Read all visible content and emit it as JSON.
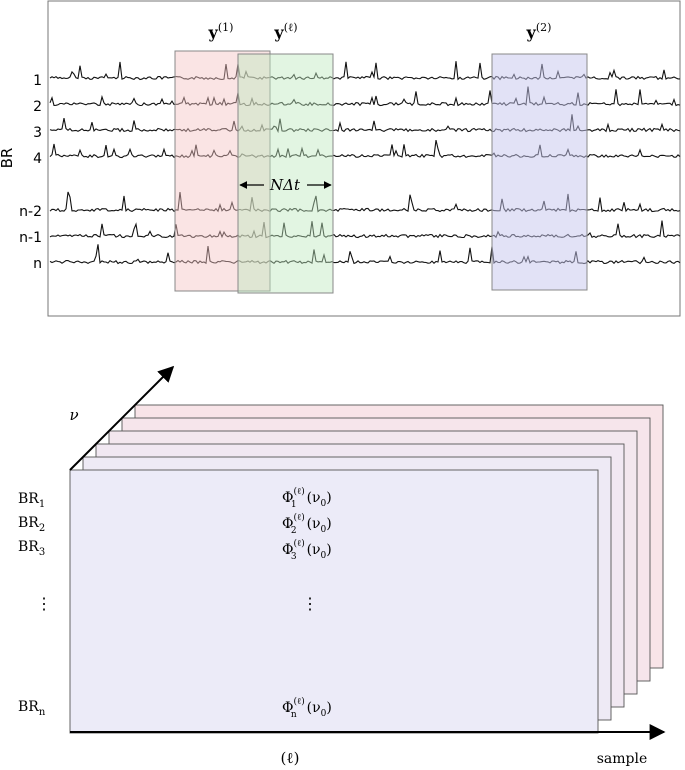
{
  "top_panel": {
    "axis_label": "BR",
    "channels": [
      "1",
      "2",
      "3",
      "4",
      "n-2",
      "n-1",
      "n"
    ],
    "windows": {
      "y1": {
        "symbol": "y",
        "superscript": "(1)",
        "color": "#f4c4c4"
      },
      "yl": {
        "symbol": "y",
        "superscript": "(ℓ)",
        "color": "#bfe8bf"
      },
      "y2": {
        "symbol": "y",
        "superscript": "(2)",
        "color": "#c6c6ee"
      }
    },
    "window_span_label": "NΔt"
  },
  "bottom_panel": {
    "depth_axis_label": "ν",
    "x_axis_label": "(ℓ)",
    "x_axis_end_label": "sample",
    "rows": [
      {
        "label": "BR",
        "sub": "1",
        "cell": "Φ",
        "cell_sub": "1",
        "cell_sup": "(ℓ)",
        "cell_arg": "(ν",
        "cell_arg_sub": "0",
        "cell_arg_end": ")"
      },
      {
        "label": "BR",
        "sub": "2",
        "cell": "Φ",
        "cell_sub": "2",
        "cell_sup": "(ℓ)",
        "cell_arg": "(ν",
        "cell_arg_sub": "0",
        "cell_arg_end": ")"
      },
      {
        "label": "BR",
        "sub": "3",
        "cell": "Φ",
        "cell_sub": "3",
        "cell_sup": "(ℓ)",
        "cell_arg": "(ν",
        "cell_arg_sub": "0",
        "cell_arg_end": ")"
      },
      {
        "label": "BR",
        "sub": "n",
        "cell": "Φ",
        "cell_sub": "n",
        "cell_sup": "(ℓ)",
        "cell_arg": "(ν",
        "cell_arg_sub": "0",
        "cell_arg_end": ")"
      }
    ],
    "ellipsis": "⋮",
    "front_fill": "#ecebf8",
    "back_fill": "#f8e4e8"
  }
}
